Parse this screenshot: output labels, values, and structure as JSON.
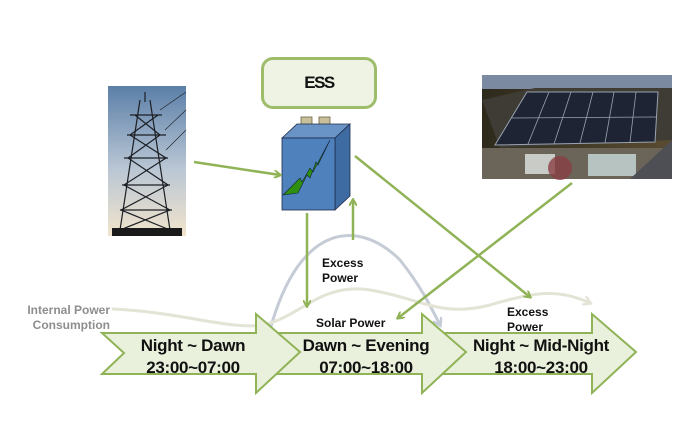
{
  "diagram": {
    "ess_label": "ESS",
    "images": {
      "pylon": "transmission-tower-photo",
      "solar": "rooftop-solar-panel-photo"
    },
    "labels": {
      "internal_power_line1": "Internal Power",
      "internal_power_line2": "Consumption",
      "excess_power_mid_line1": "Excess",
      "excess_power_mid_line2": "Power",
      "solar_power": "Solar Power",
      "excess_power_right_line1": "Excess",
      "excess_power_right_line2": "Power"
    },
    "phases": [
      {
        "name": "Night ~ Dawn",
        "time": "23:00~07:00"
      },
      {
        "name": "Dawn ~ Evening",
        "time": "07:00~18:00"
      },
      {
        "name": "Night ~ Mid-Night",
        "time": "18:00~23:00"
      }
    ],
    "colors": {
      "arrow_green": "#8fb356",
      "phase_fill": "#e9f0dc",
      "battery_blue": "#4f81bd",
      "bolt_green": "#2f8f10",
      "curve_gray": "#c5ccd6",
      "curve_beige": "#e8e8dc"
    }
  }
}
